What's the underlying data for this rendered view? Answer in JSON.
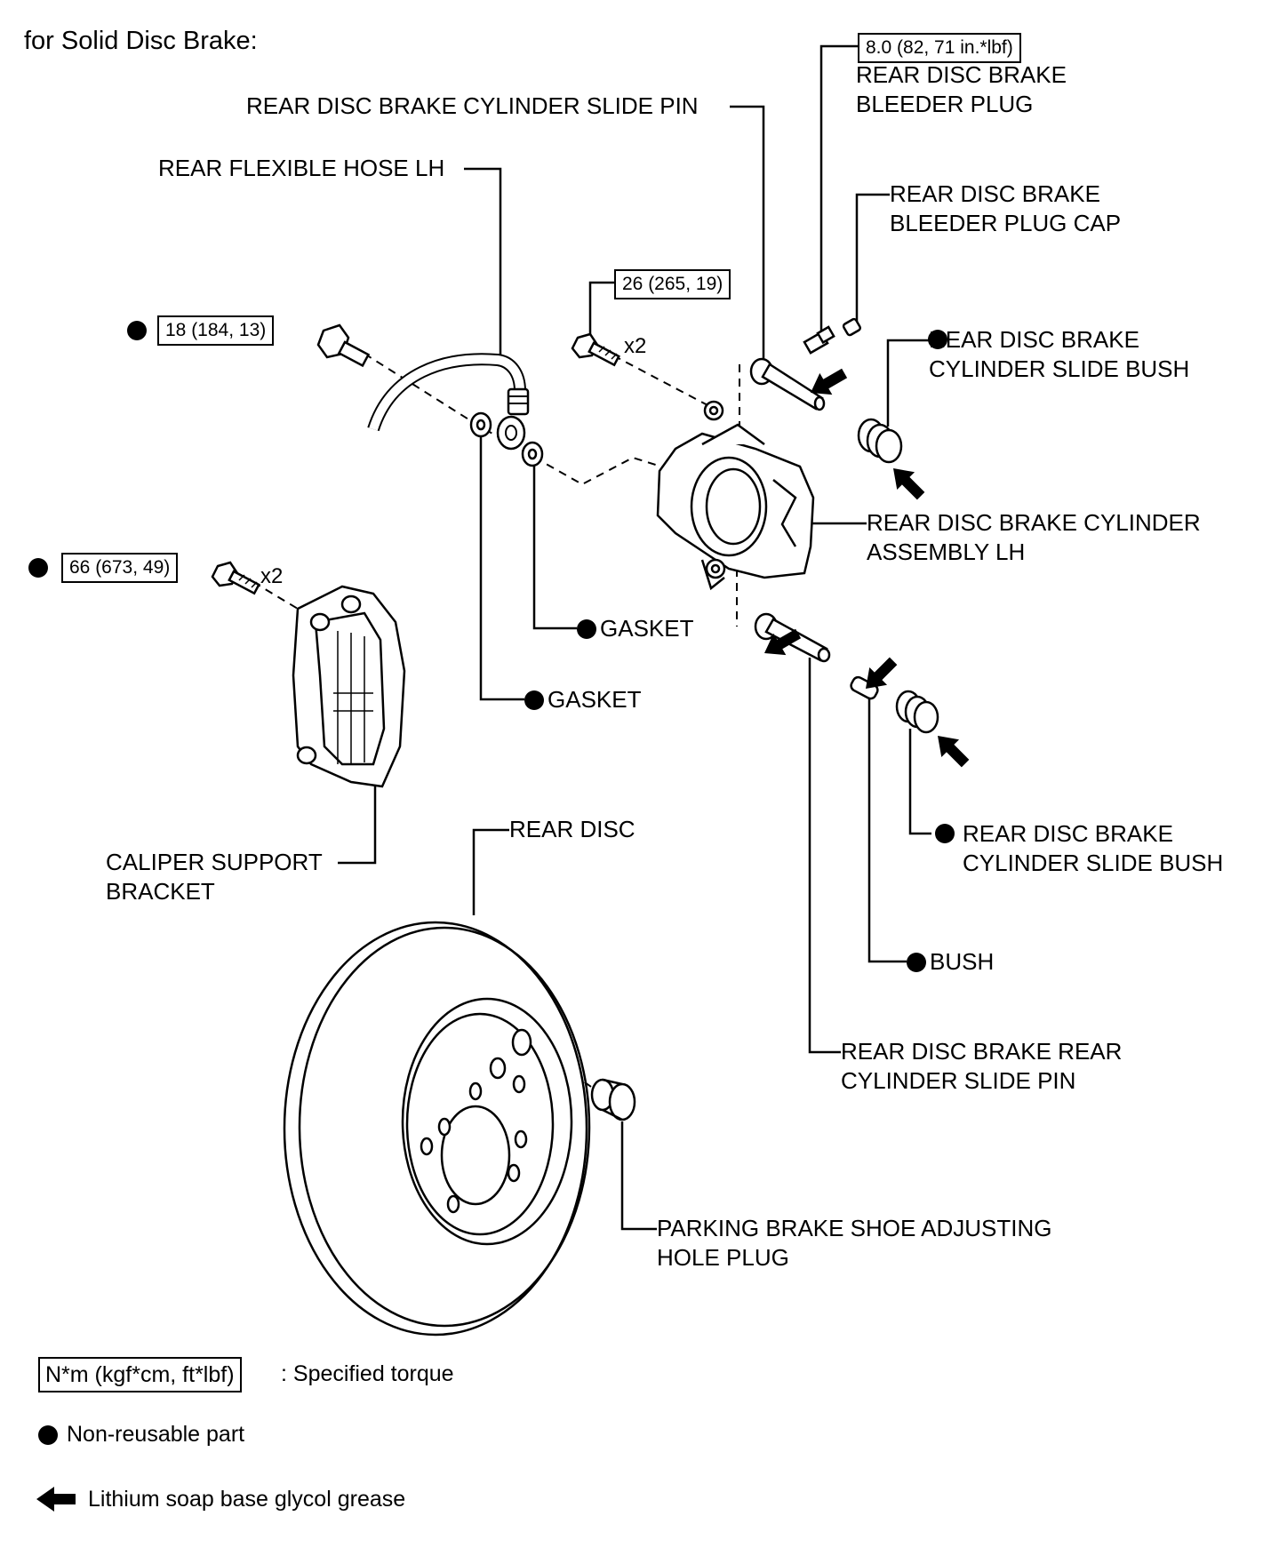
{
  "title": "for Solid Disc Brake:",
  "torque_specs": {
    "bleeder_plug": "8.0 (82, 71 in.*lbf)",
    "caliper_bolt": "26 (265, 19)",
    "union_bolt": "18 (184, 13)",
    "bracket_bolt": "66 (673, 49)"
  },
  "quantities": {
    "caliper_bolt": "x2",
    "bracket_bolt": "x2"
  },
  "labels": {
    "bleeder_plug": [
      "REAR DISC BRAKE",
      "BLEEDER PLUG"
    ],
    "slide_pin": "REAR DISC BRAKE CYLINDER SLIDE PIN",
    "flexible_hose": "REAR FLEXIBLE HOSE LH",
    "bleeder_plug_cap": [
      "REAR DISC BRAKE",
      "BLEEDER PLUG CAP"
    ],
    "slide_bush_upper": [
      "REAR DISC BRAKE",
      "CYLINDER SLIDE BUSH"
    ],
    "cylinder_assembly": [
      "REAR DISC BRAKE CYLINDER",
      "ASSEMBLY LH"
    ],
    "gasket_1": "GASKET",
    "gasket_2": "GASKET",
    "caliper_bracket": [
      "CALIPER SUPPORT",
      "BRACKET"
    ],
    "rear_disc": "REAR DISC",
    "slide_bush_lower": [
      "REAR DISC BRAKE",
      "CYLINDER SLIDE BUSH"
    ],
    "bush": "BUSH",
    "rear_slide_pin": [
      "REAR DISC BRAKE REAR",
      "CYLINDER SLIDE PIN"
    ],
    "hole_plug": [
      "PARKING BRAKE SHOE ADJUSTING",
      "HOLE PLUG"
    ]
  },
  "legend": {
    "torque_box": "N*m (kgf*cm, ft*lbf)",
    "torque_text": ": Specified torque",
    "non_reusable": "Non-reusable part",
    "grease": "Lithium soap base glycol grease"
  }
}
